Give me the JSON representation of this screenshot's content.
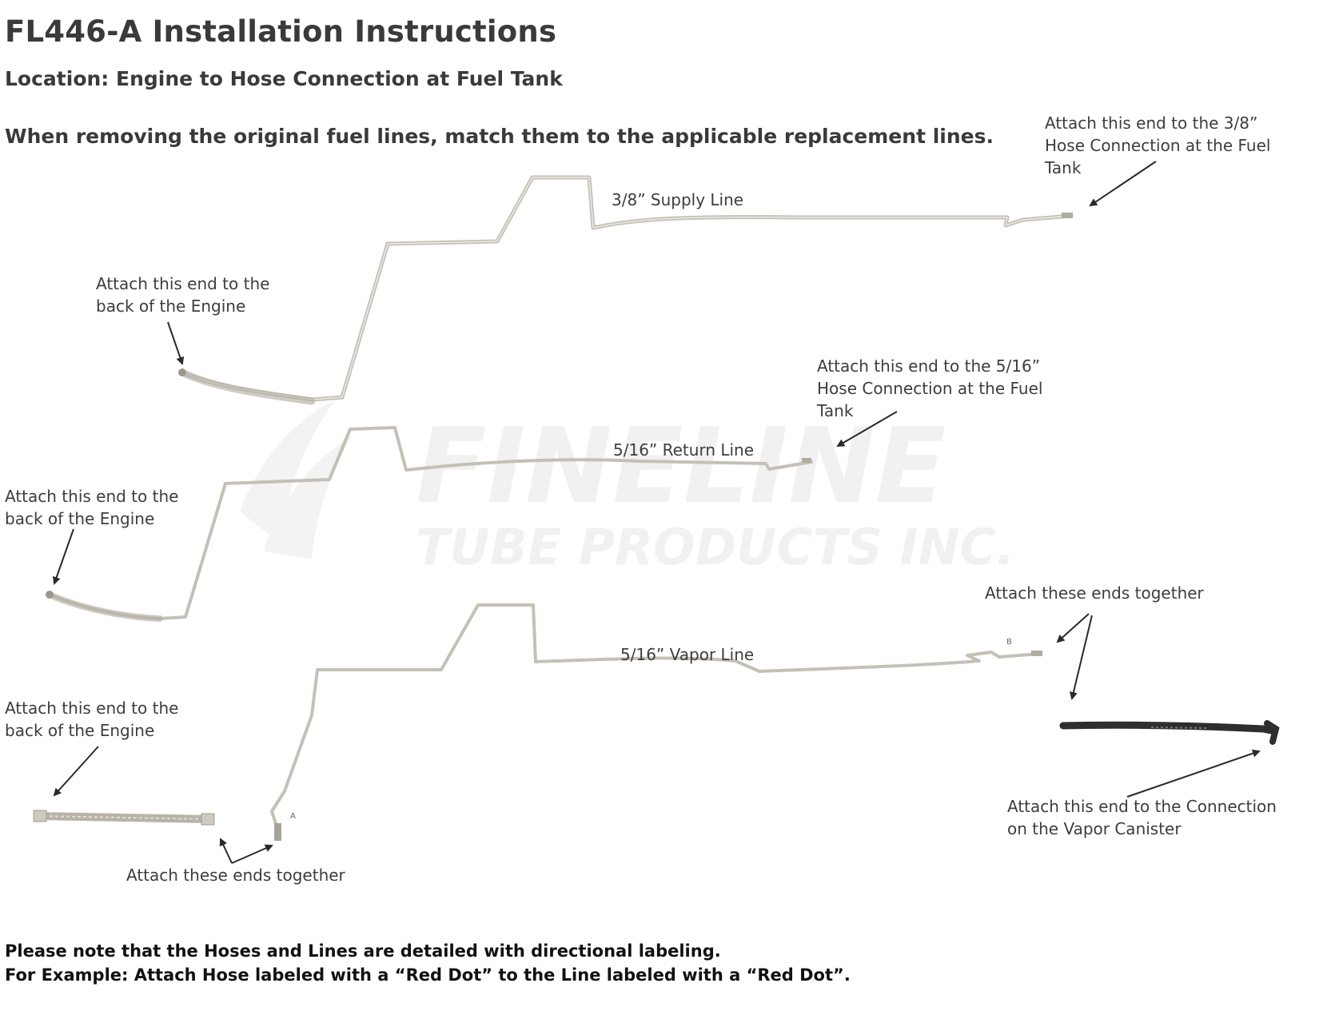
{
  "header": {
    "title": "FL446-A Installation Instructions",
    "subtitle": "Location: Engine to Hose Connection at Fuel Tank",
    "instruction": "When removing the original fuel lines, match them to the applicable replacement lines."
  },
  "watermark": {
    "brand": "FINELINE",
    "company": "TUBE PRODUCTS INC."
  },
  "lines": {
    "supply": {
      "label": "3/8” Supply Line",
      "tank_end": [
        "Attach this end to the 3/8”",
        "Hose Connection at the Fuel",
        "Tank"
      ],
      "engine_end": [
        "Attach this end to the",
        "back of the Engine"
      ]
    },
    "return": {
      "label": "5/16” Return Line",
      "tank_end": [
        "Attach this end to the 5/16”",
        "Hose Connection at the Fuel",
        "Tank"
      ],
      "engine_end": [
        "Attach this end to the",
        "back of the Engine"
      ]
    },
    "vapor": {
      "label": "5/16” Vapor Line",
      "together_right": "Attach these ends together",
      "canister_end": [
        "Attach this end to the Connection",
        "on the Vapor Canister"
      ],
      "engine_end": [
        "Attach this end to the",
        "back of the Engine"
      ],
      "together_bottom": "Attach these ends together",
      "tag_a": "A",
      "tag_b": "B"
    }
  },
  "notes": [
    "Please note that the Hoses and Lines are detailed with directional labeling.",
    "For Example: Attach Hose labeled with a “Red Dot” to the Line labeled with a “Red Dot”."
  ],
  "colors": {
    "tube": "#c4c0b8",
    "tube_highlight": "#ebe9e4",
    "hose": "#2e2e2e",
    "arrow": "#2a2a2a",
    "watermark": "#f1f1f1"
  }
}
